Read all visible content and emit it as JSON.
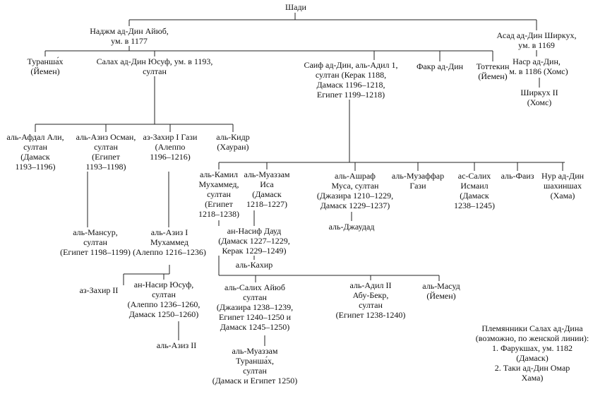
{
  "nodes": [
    {
      "id": "shadi",
      "lines": [
        "Шади"
      ]
    },
    {
      "id": "najm",
      "lines": [
        "Наджм ад-Дин  Айюб,",
        "ум. в 1177"
      ]
    },
    {
      "id": "asad",
      "lines": [
        "Асад ад-Дин Ширкух,",
        "ум. в 1169"
      ]
    },
    {
      "id": "nasr",
      "lines": [
        "Наср ад-Дин,",
        "ум. в 1186 (Хомс)"
      ]
    },
    {
      "id": "shirkuh2",
      "lines": [
        "Ширкух II",
        "(Хомс)"
      ]
    },
    {
      "id": "turanshah",
      "lines": [
        "Туранша́х",
        "(Йемен)"
      ]
    },
    {
      "id": "salah",
      "lines": [
        "Салах ад-Дин Юсуф, ум. в 1193,",
        "султан"
      ]
    },
    {
      "id": "sayf",
      "lines": [
        "Саиф ад-Дин, аль-Адил 1,",
        "султан (Керак 1188,",
        "Дамаск 1196–1218,",
        "Египет 1199–1218)"
      ]
    },
    {
      "id": "fakr",
      "lines": [
        "Факр ад-Дин"
      ]
    },
    {
      "id": "tottekin",
      "lines": [
        "Тоттекин",
        "(Йемен)"
      ]
    },
    {
      "id": "afdal",
      "lines": [
        "аль-Афдал Али,",
        "султан",
        "(Дамаск",
        "1193–1196)"
      ]
    },
    {
      "id": "aziz_osman",
      "lines": [
        "аль-Азиз Осман,",
        "султан",
        "(Египет",
        "1193–1198)"
      ]
    },
    {
      "id": "zahir1",
      "lines": [
        "аз-Захир I Гази",
        "(Алеппо",
        "1196–1216)"
      ]
    },
    {
      "id": "kidr",
      "lines": [
        "аль-Кидр",
        "(Хауран)"
      ]
    },
    {
      "id": "kamil",
      "lines": [
        "аль-Камил",
        "Мухаммед,",
        "султан",
        "(Египет",
        "1218–1238)"
      ]
    },
    {
      "id": "muazzam",
      "lines": [
        "аль-Муаззам",
        "Иса",
        "(Дамаск",
        "1218–1227)"
      ]
    },
    {
      "id": "ashraf",
      "lines": [
        "аль-Ашраф",
        "Муса, султан",
        "(Джазира 1210–1229,",
        "Дамаск 1229–1237)"
      ]
    },
    {
      "id": "muzaffar",
      "lines": [
        "аль-Музаффар",
        "Гази"
      ]
    },
    {
      "id": "salih_ismail",
      "lines": [
        "ас-Салих",
        "Исмаил",
        "(Дамаск",
        "1238–1245)"
      ]
    },
    {
      "id": "faiz",
      "lines": [
        "аль-Фаиз"
      ]
    },
    {
      "id": "nur",
      "lines": [
        "Нур ад-Дин",
        "шахиншах",
        "(Хама)"
      ]
    },
    {
      "id": "jawad",
      "lines": [
        "аль-Джаудад"
      ]
    },
    {
      "id": "mansur",
      "lines": [
        "аль-Мансур,",
        "султан",
        "(Египет 1198–1199)"
      ]
    },
    {
      "id": "aziz2",
      "lines": [
        "аль-Азиз I",
        "Мухаммед",
        "(Алеппо 1216–1236)"
      ]
    },
    {
      "id": "nasif",
      "lines": [
        "ан-Насиф Дауд",
        "(Дамаск 1227–1229,",
        "Керак 1229–1249)"
      ]
    },
    {
      "id": "kahir",
      "lines": [
        "аль-Кахир"
      ]
    },
    {
      "id": "zahir2",
      "lines": [
        "аз-Захир II"
      ]
    },
    {
      "id": "nasir_yusuf",
      "lines": [
        "ан-Насир Юсуф,",
        "султан",
        "(Алеппо 1236–1260,",
        "Дамаск 1250–1260)"
      ]
    },
    {
      "id": "salih_ayyub",
      "lines": [
        "аль-Салих Айюб",
        "султан",
        "(Джазира 1238–1239,",
        "Египет 1240–1250 и",
        "Дамаск 1245–1250)"
      ]
    },
    {
      "id": "adil2",
      "lines": [
        "аль-Адил II",
        "Абу-Бекр,",
        "султан",
        "(Египет 1238-1240)"
      ]
    },
    {
      "id": "masud",
      "lines": [
        "аль-Масуд",
        "(Йемен)"
      ]
    },
    {
      "id": "aziz_last",
      "lines": [
        "аль-Азиз II"
      ]
    },
    {
      "id": "muazzam_turanshah",
      "lines": [
        "аль-Муаззам",
        "Туранша́х,",
        "султан",
        "(Дамаск и Египет 1250)"
      ]
    }
  ],
  "note": {
    "lines": [
      "Племянники Салах ад-Дина",
      "(возможно, по женской линии):",
      "1. Фарукшах, ум. 1182",
      "(Дамаск)",
      "2. Таки ад-Дин Омар",
      "Хама)"
    ]
  }
}
